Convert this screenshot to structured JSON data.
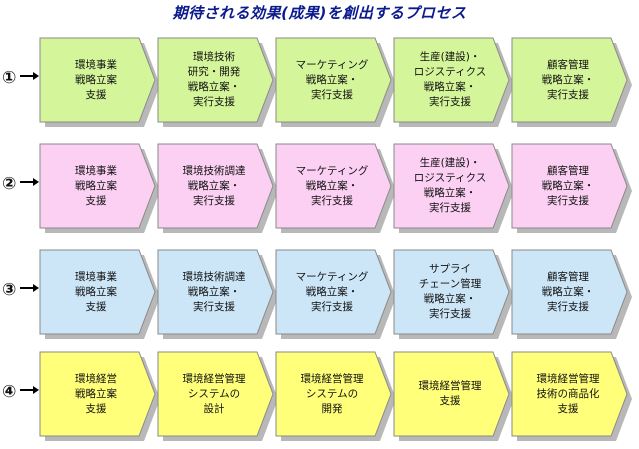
{
  "title": "期待される効果(成果)を創出するプロセス",
  "colors": {
    "title": "#0a1a8c",
    "row1_fill": "#d4f59a",
    "row2_fill": "#fbd0f2",
    "row3_fill": "#cce6f8",
    "row4_fill": "#ffff7a",
    "border": "#8a8a8a",
    "shadow": "#b8b8b8"
  },
  "rows": [
    {
      "marker": "①",
      "steps": [
        "環境事業\n戦略立案\n支援",
        "環境技術\n研究・開発\n戦略立案・\n実行支援",
        "マーケティング\n戦略立案・\n実行支援",
        "生産(建設)・\nロジスティクス\n戦略立案・\n実行支援",
        "顧客管理\n戦略立案・\n実行支援"
      ]
    },
    {
      "marker": "②",
      "steps": [
        "環境事業\n戦略立案\n支援",
        "環境技術調達\n戦略立案・\n実行支援",
        "マーケティング\n戦略立案・\n実行支援",
        "生産(建設)・\nロジスティクス\n戦略立案・\n実行支援",
        "顧客管理\n戦略立案・\n実行支援"
      ]
    },
    {
      "marker": "③",
      "steps": [
        "環境事業\n戦略立案\n支援",
        "環境技術調達\n戦略立案・\n実行支援",
        "マーケティング\n戦略立案・\n実行支援",
        "サプライ\nチェーン管理\n戦略立案・\n実行支援",
        "顧客管理\n戦略立案・\n実行支援"
      ]
    },
    {
      "marker": "④",
      "steps": [
        "環境経営\n戦略立案\n支援",
        "環境経営管理\nシステムの\n設計",
        "環境経営管理\nシステムの\n開発",
        "環境経営管理\n支援",
        "環境経営管理\n技術の商品化\n支援"
      ]
    }
  ]
}
